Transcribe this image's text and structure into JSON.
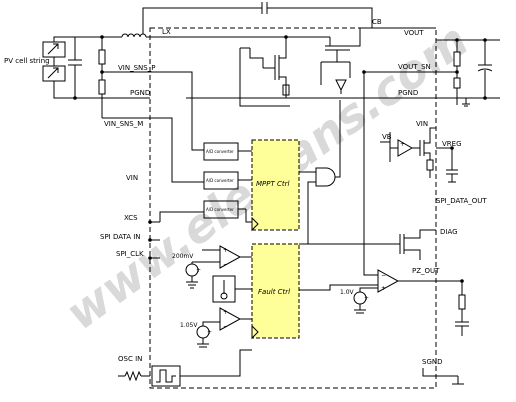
{
  "pins": {
    "pv": "PV cell string",
    "lx": "LX",
    "cb": "CB",
    "vout": "VOUT",
    "vin_sns_p": "VIN_SNS_P",
    "vout_sn": "VOUT_SN",
    "pgnd_left": "PGND",
    "pgnd_right": "PGND",
    "vin_sns_m": "VIN_SNS_M",
    "vin": "VIN",
    "xcs": "XCS",
    "spi_data_in": "SPI DATA IN",
    "spi_clk": "SPI_CLK",
    "osc_in": "OSC IN",
    "vb": "VB",
    "vin_ldo": "VIN",
    "vreg": "VREG",
    "spi_data_out": "SPI_DATA_OUT",
    "diag": "DIAG",
    "pz_out": "PZ_OUT",
    "sgnd": "SGND"
  },
  "blocks": {
    "adc1": "A/D converter",
    "adc2": "A/D converter",
    "adc3": "A/D converter",
    "mppt": "MPPT Ctrl",
    "fault": "Fault Ctrl"
  },
  "refs": {
    "ref_200mv": "200mV",
    "ref_1v05": "1.05V",
    "ref_1v0": "1.0V"
  },
  "watermark": "www.elecfans.com",
  "colors": {
    "ctrl_fill": "#ffff99",
    "line": "#000000",
    "watermark": "#d9d9d9"
  }
}
